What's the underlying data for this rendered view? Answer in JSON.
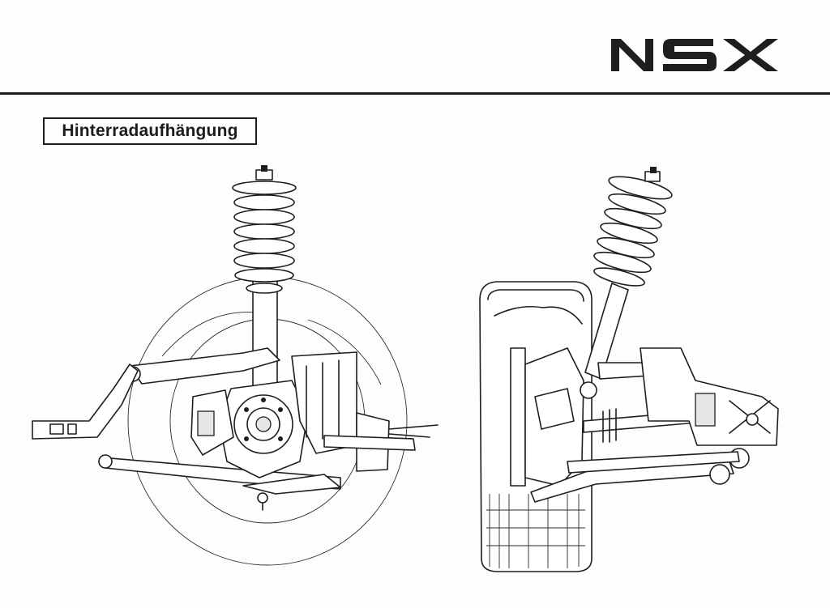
{
  "header": {
    "logo_text": "NSX"
  },
  "section": {
    "title": "Hinterradaufhängung"
  },
  "colors": {
    "ink": "#1c1c1c",
    "paper": "#fdfdfd"
  },
  "figures": [
    {
      "icon": "rear-suspension-side-view-illustration"
    },
    {
      "icon": "rear-suspension-front-view-illustration"
    }
  ]
}
